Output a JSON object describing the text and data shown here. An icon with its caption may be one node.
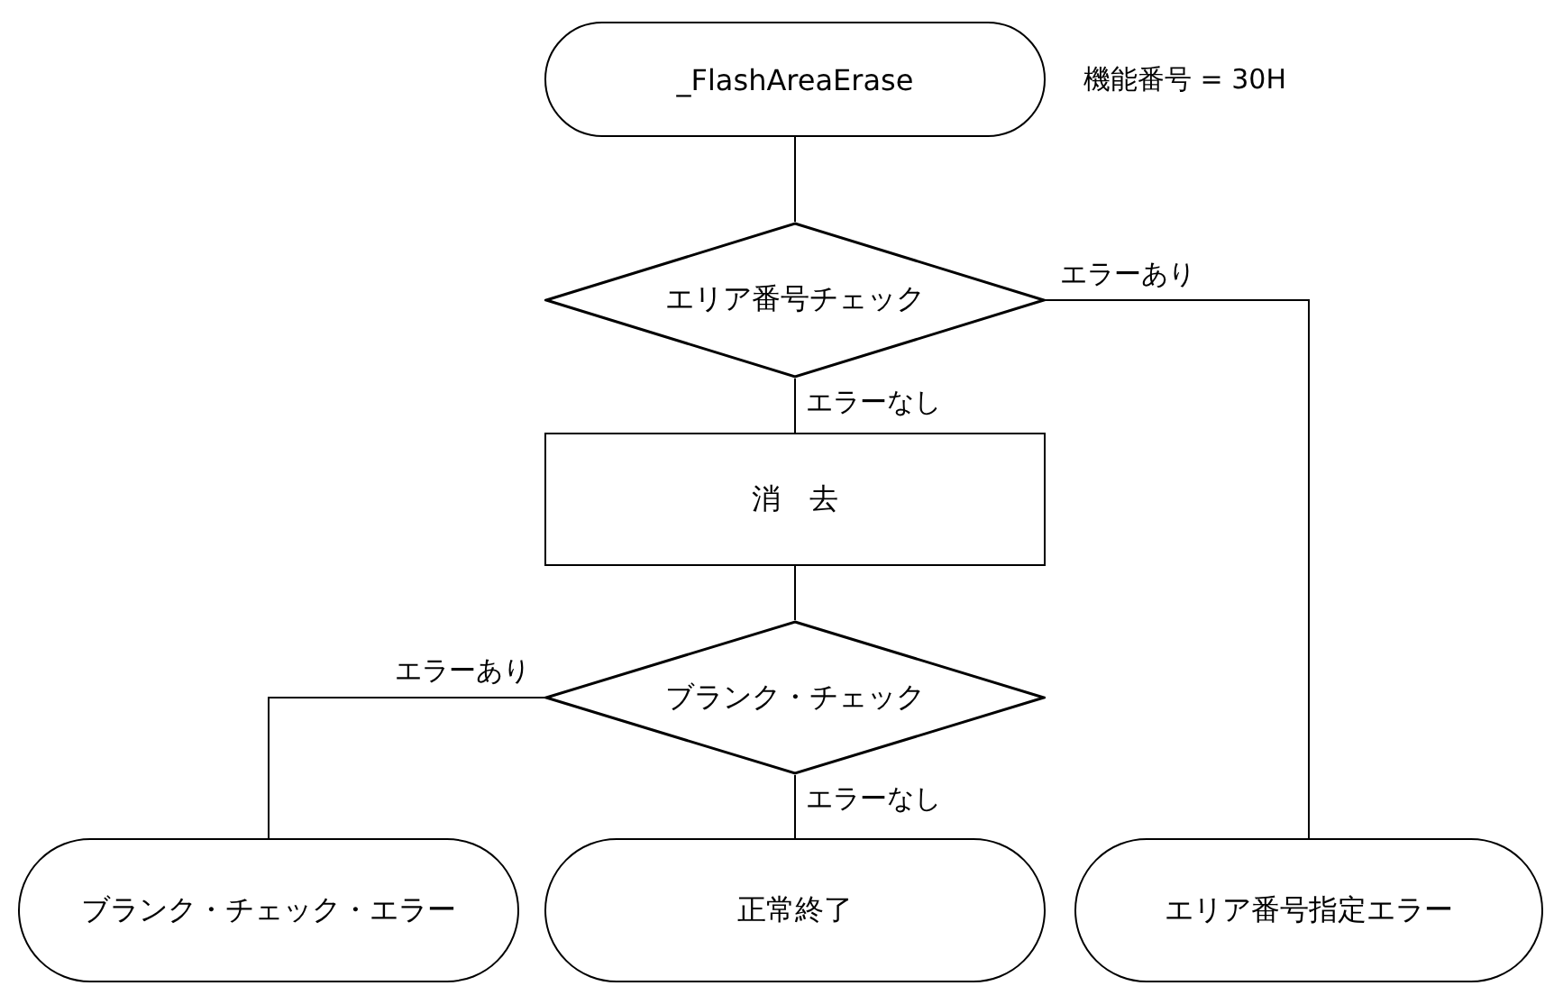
{
  "diagram": {
    "nodes": [
      {
        "text": [
          "_FlashAreaErase"
        ],
        "beside": [
          "機能番号 = 30H"
        ]
      },
      {
        "text": [
          "エリア番号チェック"
        ]
      },
      {
        "text": [
          "消　去"
        ]
      },
      {
        "text": [
          "ブランク・チェック"
        ]
      },
      {
        "text": [
          "ブランク・チェック・エラー"
        ]
      },
      {
        "text": [
          "正常終了"
        ]
      },
      {
        "text": [
          "エリア番号指定エラー"
        ]
      }
    ],
    "edges": [
      {
        "from": 0,
        "to": 1,
        "arrow": "none"
      },
      {
        "from": 1,
        "to": 2,
        "arrow": "none",
        "label": "エラーなし"
      },
      {
        "from": 1,
        "to": 6,
        "arrow": "none",
        "label": "エラーあり"
      },
      {
        "from": 2,
        "to": 3,
        "arrow": "none"
      },
      {
        "from": 3,
        "to": 4,
        "arrow": "none",
        "label": "エラーあり"
      },
      {
        "from": 3,
        "to": 5,
        "arrow": "none",
        "label": "エラーなし"
      }
    ]
  }
}
